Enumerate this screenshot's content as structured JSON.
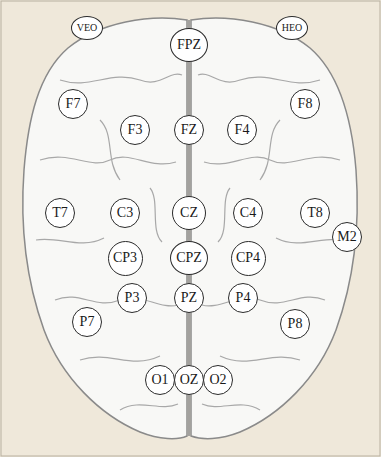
{
  "diagram": {
    "nodes": [
      {
        "text": [
          "VEO"
        ]
      },
      {
        "text": [
          "HEO"
        ]
      },
      {
        "text": [
          "FPZ"
        ]
      },
      {
        "text": [
          "F7"
        ]
      },
      {
        "text": [
          "F8"
        ]
      },
      {
        "text": [
          "F3"
        ]
      },
      {
        "text": [
          "FZ"
        ]
      },
      {
        "text": [
          "F4"
        ]
      },
      {
        "text": [
          "T7"
        ]
      },
      {
        "text": [
          "C3"
        ]
      },
      {
        "text": [
          "CZ"
        ]
      },
      {
        "text": [
          "C4"
        ]
      },
      {
        "text": [
          "T8"
        ]
      },
      {
        "text": [
          "M2"
        ]
      },
      {
        "text": [
          "CP3"
        ]
      },
      {
        "text": [
          "CPZ"
        ]
      },
      {
        "text": [
          "CP4"
        ]
      },
      {
        "text": [
          "P3"
        ]
      },
      {
        "text": [
          "PZ"
        ]
      },
      {
        "text": [
          "P4"
        ]
      },
      {
        "text": [
          "P7"
        ]
      },
      {
        "text": [
          "P8"
        ]
      },
      {
        "text": [
          "O1"
        ]
      },
      {
        "text": [
          "OZ"
        ]
      },
      {
        "text": [
          "O2"
        ]
      }
    ]
  }
}
